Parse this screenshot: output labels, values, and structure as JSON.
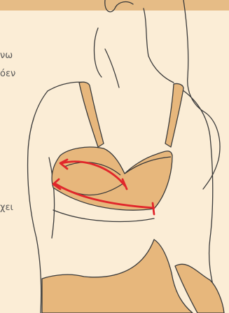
{
  "text_fragments": [
    "νω",
    "όεν",
    "χει"
  ],
  "colors": {
    "background": "#fbedd6",
    "top_band": "#e6bc86",
    "bra_fill": "#e7b77c",
    "outline": "#3a3a3a",
    "measure_arrow": "#e1262b"
  },
  "icons": [
    "measurement-arrow-icon"
  ]
}
